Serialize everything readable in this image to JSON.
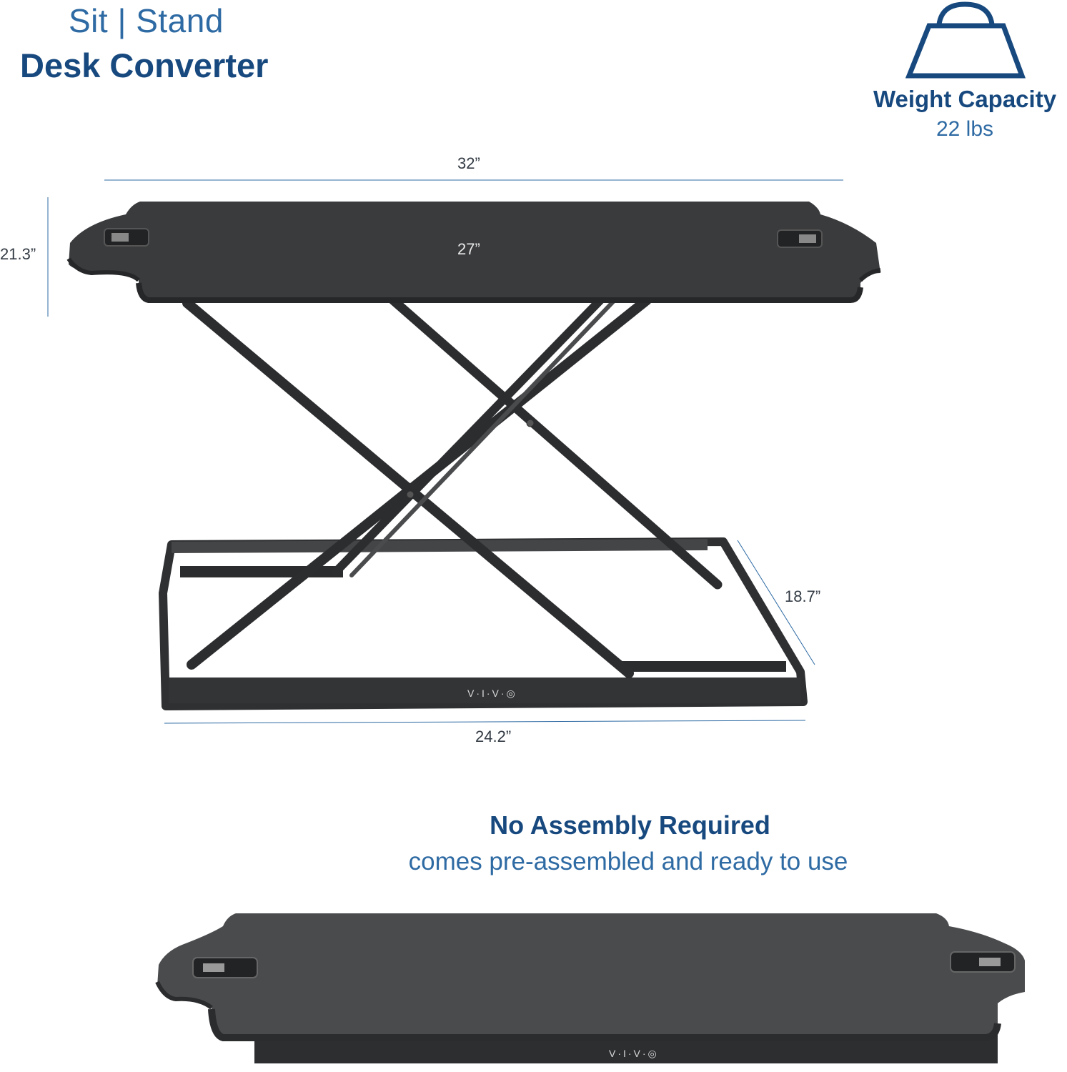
{
  "header": {
    "title_light": "Sit | Stand",
    "title_bold": "Desk Converter"
  },
  "weight": {
    "label": "Weight Capacity",
    "value": "22 lbs",
    "icon": "weight-icon"
  },
  "dimensions": {
    "top_width": "32”",
    "inner_width": "27”",
    "height": "21.3”",
    "depth": "18.7”",
    "base_width": "24.2”"
  },
  "assembly": {
    "heading": "No Assembly Required",
    "subtext": "comes pre-assembled and ready to use"
  },
  "brand": {
    "logo_text": "V·I·V·◎"
  },
  "colors": {
    "primary": "#17497f",
    "accent": "#2e6aa3",
    "product": "#3a3b3d"
  }
}
